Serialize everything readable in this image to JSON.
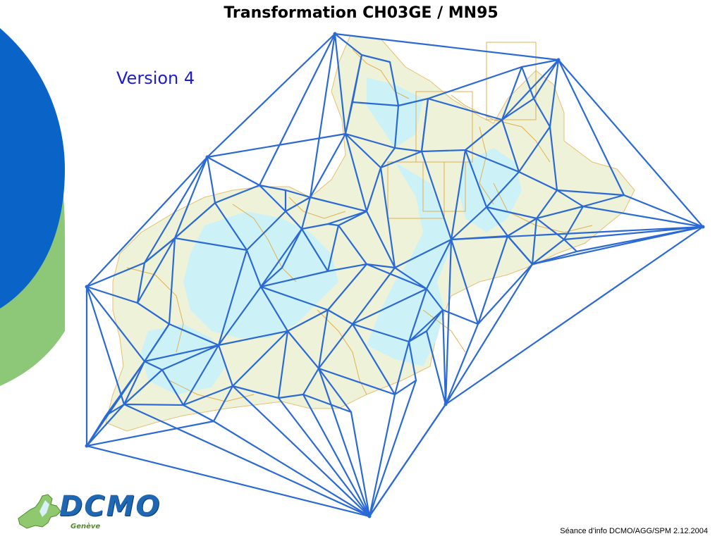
{
  "slide": {
    "title": "Transformation CH03GE / MN95",
    "subtitle": "Version 4",
    "footer": "Séance d’info DCMO/AGG/SPM 2.12.2004"
  },
  "logo": {
    "name": "DCMO",
    "sub": "Genève"
  },
  "colors": {
    "decor_blue": "#0a64c8",
    "decor_green": "#8cc878",
    "mesh": "#2b6ad4",
    "canton_fill": "#eef2d8",
    "lake_fill": "#ccf2f8",
    "boundary": "#e0b050"
  }
}
